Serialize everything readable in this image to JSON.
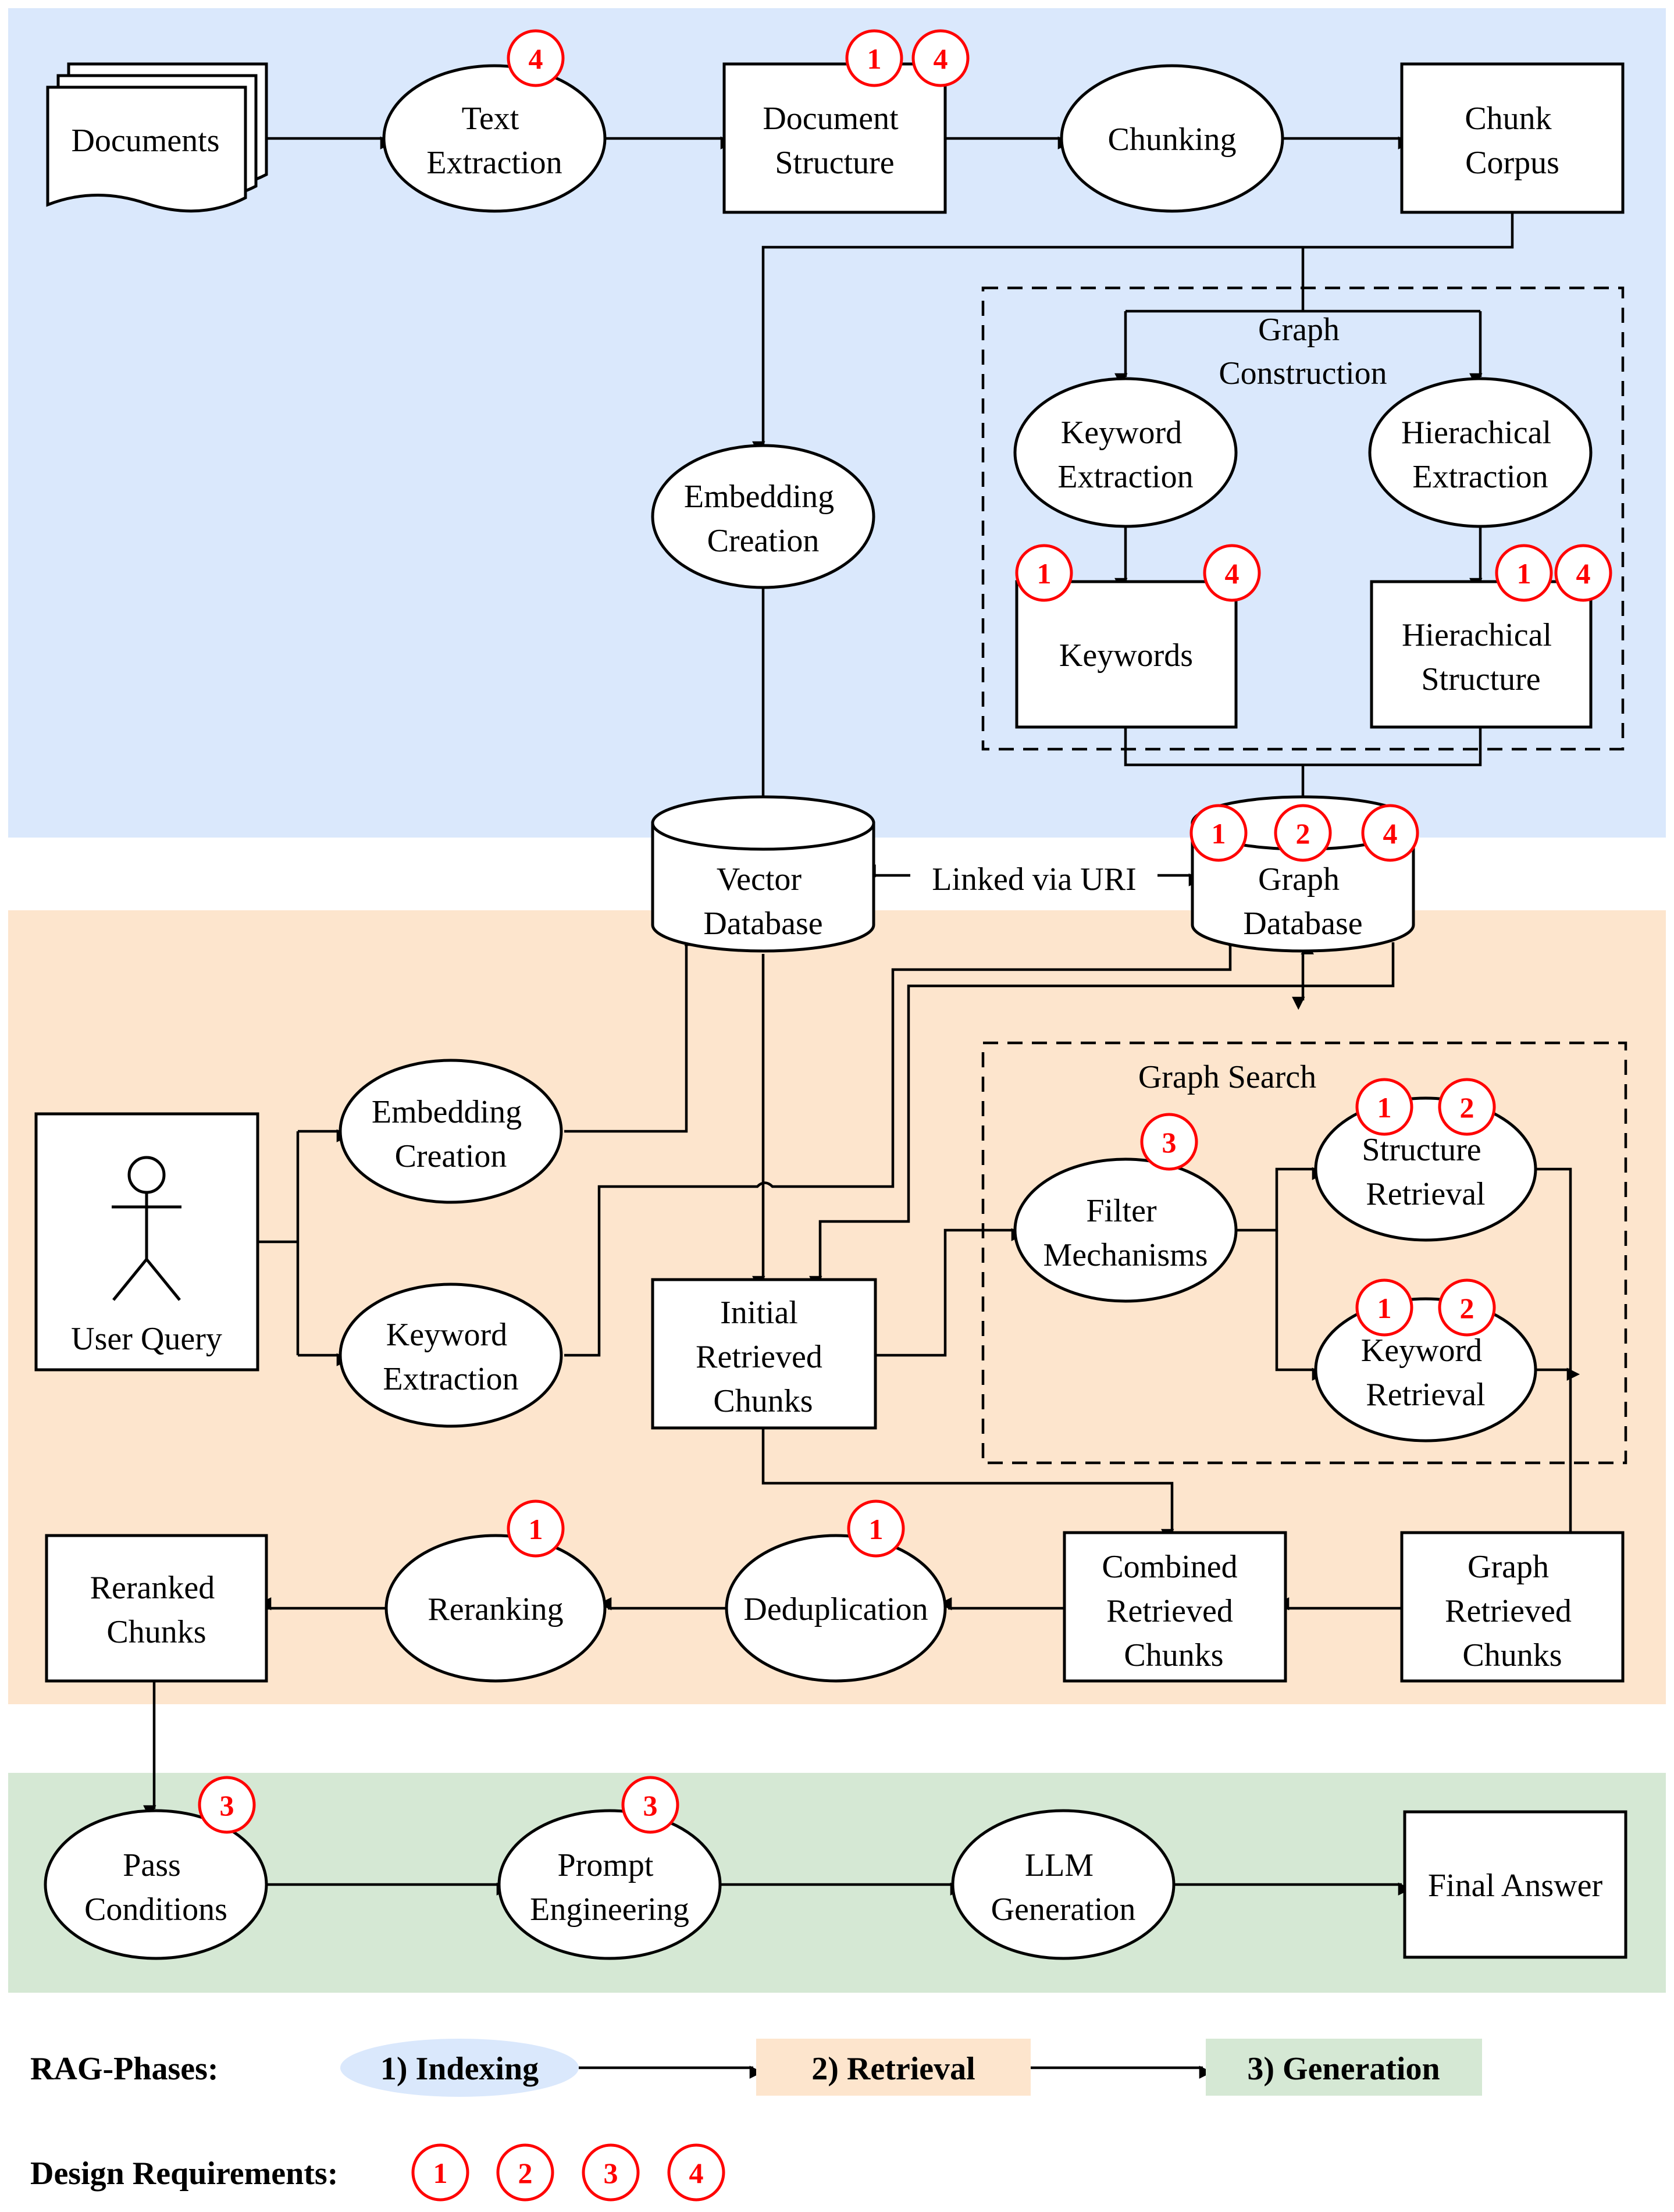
{
  "colors": {
    "indexing_bg": "#dae8fc",
    "retrieval_bg": "#fde5cd",
    "generation_bg": "#d5e8d4",
    "badge": "#ff0000",
    "line": "#000000"
  },
  "nodes": {
    "documents": "Documents",
    "text_extraction": [
      "Text",
      "Extraction"
    ],
    "document_structure": [
      "Document",
      "Structure"
    ],
    "chunking": "Chunking",
    "chunk_corpus": [
      "Chunk",
      "Corpus"
    ],
    "graph_construction": [
      "Graph",
      "Construction"
    ],
    "keyword_extraction_idx": [
      "Keyword",
      "Extraction"
    ],
    "hierachical_extraction": [
      "Hierachical",
      "Extraction"
    ],
    "keywords": "Keywords",
    "hierachical_structure": [
      "Hierachical",
      "Structure"
    ],
    "embedding_creation_idx": [
      "Embedding",
      "Creation"
    ],
    "vector_database": [
      "Vector",
      "Database"
    ],
    "graph_database": [
      "Graph",
      "Database"
    ],
    "linked_via_uri": "Linked via URI",
    "user_query": "User Query",
    "embedding_creation_q": [
      "Embedding",
      "Creation"
    ],
    "keyword_extraction_q": [
      "Keyword",
      "Extraction"
    ],
    "initial_retrieved_chunks": [
      "Initial",
      "Retrieved",
      "Chunks"
    ],
    "graph_search": "Graph Search",
    "filter_mechanisms": [
      "Filter",
      "Mechanisms"
    ],
    "structure_retrieval": [
      "Structure",
      "Retrieval"
    ],
    "keyword_retrieval": [
      "Keyword",
      "Retrieval"
    ],
    "graph_retrieved_chunks": [
      "Graph",
      "Retrieved",
      "Chunks"
    ],
    "combined_retrieved_chunks": [
      "Combined",
      "Retrieved",
      "Chunks"
    ],
    "deduplication": "Deduplication",
    "reranking": "Reranking",
    "reranked_chunks": [
      "Reranked",
      "Chunks"
    ],
    "pass_conditions": [
      "Pass",
      "Conditions"
    ],
    "prompt_engineering": [
      "Prompt",
      "Engineering"
    ],
    "llm_generation": [
      "LLM",
      "Generation"
    ],
    "final_answer": "Final Answer"
  },
  "badges": {
    "text_extraction": [
      "4"
    ],
    "document_structure": [
      "1",
      "4"
    ],
    "keywords": [
      "1",
      "4"
    ],
    "hierachical_structure": [
      "1",
      "4"
    ],
    "graph_database": [
      "1",
      "2",
      "4"
    ],
    "filter_mechanisms": [
      "3"
    ],
    "structure_retrieval": [
      "1",
      "2"
    ],
    "keyword_retrieval": [
      "1",
      "2"
    ],
    "deduplication": [
      "1"
    ],
    "reranking": [
      "1"
    ],
    "pass_conditions": [
      "3"
    ],
    "prompt_engineering": [
      "3"
    ]
  },
  "legend": {
    "phases_label": "RAG-Phases:",
    "phases": [
      "1) Indexing",
      "2) Retrieval",
      "3) Generation"
    ],
    "requirements_label": "Design Requirements:",
    "requirements": [
      "1",
      "2",
      "3",
      "4"
    ]
  }
}
